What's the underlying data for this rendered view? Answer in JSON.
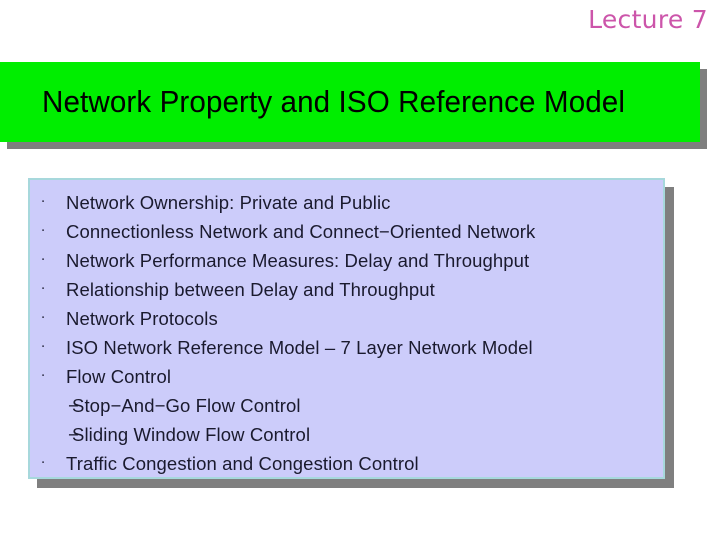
{
  "slide": {
    "lecture_label": "Lecture 7",
    "title": "Network Property and ISO Reference Model",
    "colors": {
      "lecture_label": "#cc55aa",
      "banner_background": "#00ee00",
      "banner_text": "#000000",
      "shadow": "#7f7f7f",
      "content_background": "#ccccfa",
      "content_border": "#a7d8dc",
      "content_text": "#1a1a2e",
      "page_background": "#ffffff"
    },
    "outline": [
      {
        "level": 1,
        "marker": "·",
        "text": "Network Ownership: Private and Public"
      },
      {
        "level": 1,
        "marker": "·",
        "text": "Connectionless Network and Connect−Oriented Network"
      },
      {
        "level": 1,
        "marker": "·",
        "text": "Network Performance Measures: Delay and Throughput"
      },
      {
        "level": 1,
        "marker": "·",
        "text": "Relationship between Delay and Throughput"
      },
      {
        "level": 1,
        "marker": "·",
        "text": "Network Protocols"
      },
      {
        "level": 1,
        "marker": "·",
        "text": "ISO Network Reference Model – 7 Layer Network Model"
      },
      {
        "level": 1,
        "marker": "·",
        "text": "Flow Control"
      },
      {
        "level": 2,
        "marker": "−",
        "text": "Stop−And−Go Flow Control"
      },
      {
        "level": 2,
        "marker": "−",
        "text": "Sliding Window Flow Control"
      },
      {
        "level": 1,
        "marker": "·",
        "text": "Traffic Congestion and Congestion Control"
      }
    ]
  }
}
